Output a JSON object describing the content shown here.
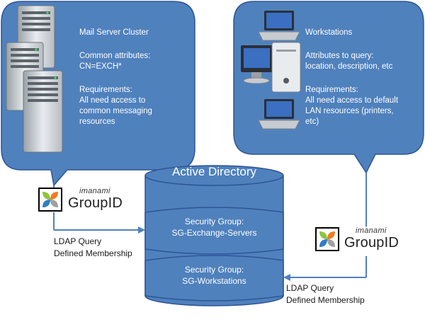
{
  "mail_cluster": {
    "title": "Mail Server Cluster",
    "attr_heading": "Common attributes:",
    "attr_value": "CN=EXCH*",
    "req_heading": "Requirements:",
    "req_lines": [
      "All need access to",
      "common messaging",
      "resources"
    ]
  },
  "workstations": {
    "title": "Workstations",
    "attr_heading": "Attributes to query:",
    "attr_value": "location, description, etc",
    "req_heading": "Requirements:",
    "req_lines": [
      "All need access to default",
      "LAN resources (printers,",
      "etc)"
    ]
  },
  "active_directory": {
    "title": "Active Directory",
    "groups": [
      {
        "line1": "Security Group:",
        "line2": "SG-Exchange-Servers"
      },
      {
        "line1": "Security Group:",
        "line2": "SG-Workstations"
      }
    ]
  },
  "groupid_logo": {
    "brand_small": "imanami",
    "brand_big": "GroupID"
  },
  "ldap_left": {
    "line1": "LDAP Query",
    "line2": "Defined Membership"
  },
  "ldap_right": {
    "line1": "LDAP Query",
    "line2": "Defined Membership"
  },
  "colors": {
    "bubble_fill": "#4f81bd",
    "bubble_stroke": "#2f5597",
    "logo_orange": "#f47a20",
    "logo_green": "#8cc63f",
    "logo_blue": "#2e7dc5",
    "logo_grey": "#a0a0a0"
  }
}
